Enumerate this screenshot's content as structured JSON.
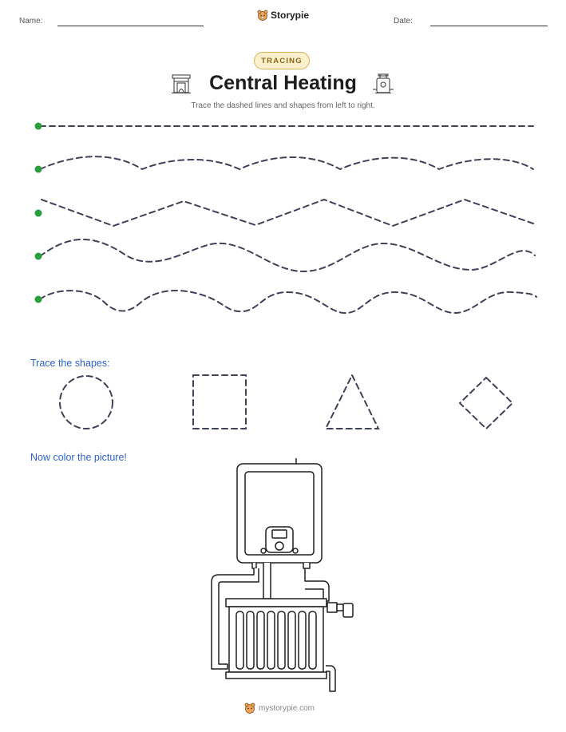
{
  "header": {
    "name_label": "Name:",
    "date_label": "Date:",
    "brand": "Storypie"
  },
  "badge": "TRACING",
  "title": "Central Heating",
  "subtitle": "Trace the dashed lines and shapes from left to right.",
  "sections": {
    "shapes_label": "Trace the shapes:",
    "color_label": "Now color the picture!"
  },
  "footer": {
    "site": "mystorypie.com"
  },
  "colors": {
    "start_dot": "#2a9d3f",
    "dash": "#3d4257",
    "section_text": "#2f62c9",
    "badge_border": "#d9b25a",
    "badge_fill": "#fcf0cc"
  },
  "tracing_lines": [
    "straight",
    "gentle-wave",
    "zigzag",
    "wave",
    "deep-wave"
  ],
  "shapes": [
    "circle",
    "square",
    "triangle",
    "diamond"
  ],
  "icons": [
    "storypie-logo-icon",
    "fireplace-icon",
    "boiler-icon",
    "boiler-radiator-picture"
  ]
}
